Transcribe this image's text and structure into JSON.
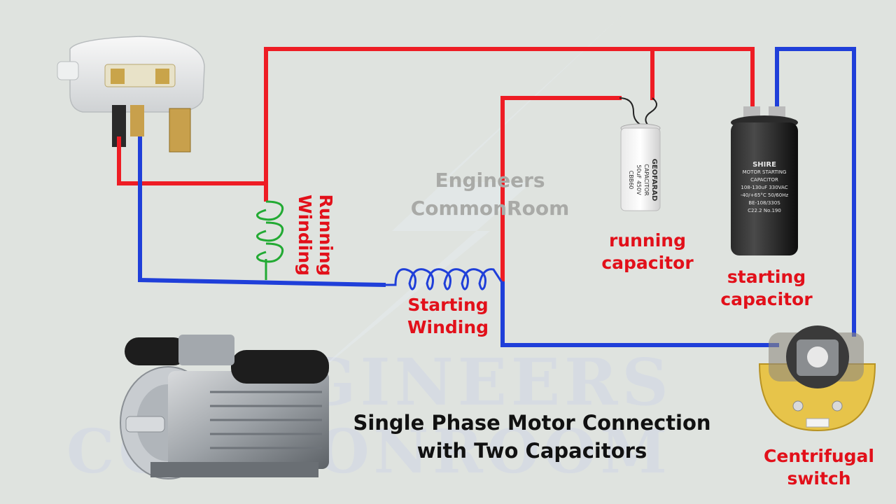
{
  "watermark": {
    "line1": "Engineers",
    "line2": "CommonRoom",
    "big_line1": "GINEERS",
    "big_line2": "COMMONROOM"
  },
  "labels": {
    "running_winding": [
      "Running",
      "Winding"
    ],
    "starting_winding": [
      "Starting",
      "Winding"
    ],
    "running_capacitor": [
      "running",
      "capacitor"
    ],
    "starting_capacitor": [
      "starting",
      "capacitor"
    ],
    "centrifugal_switch": [
      "Centrifugal",
      "switch"
    ]
  },
  "title": [
    "Single Phase Motor Connection",
    "with Two Capacitors"
  ],
  "running_cap_print": [
    "GEOFARAD",
    "CAPACITOR",
    "50uF  450V",
    "CBB60"
  ],
  "starting_cap_print": [
    "SHIRE",
    "MOTOR STARTING",
    "CAPACITOR",
    "108-130uF 330VAC",
    "-40/+65°C 50/60Hz",
    "BE-108/330S",
    "C22.2 No.190"
  ],
  "colors": {
    "live": "#ee1c24",
    "neutral": "#1f3fd9",
    "winding": "#22aa33",
    "label": "#e2101a",
    "title": "#111111",
    "background": "#dfe3df"
  }
}
